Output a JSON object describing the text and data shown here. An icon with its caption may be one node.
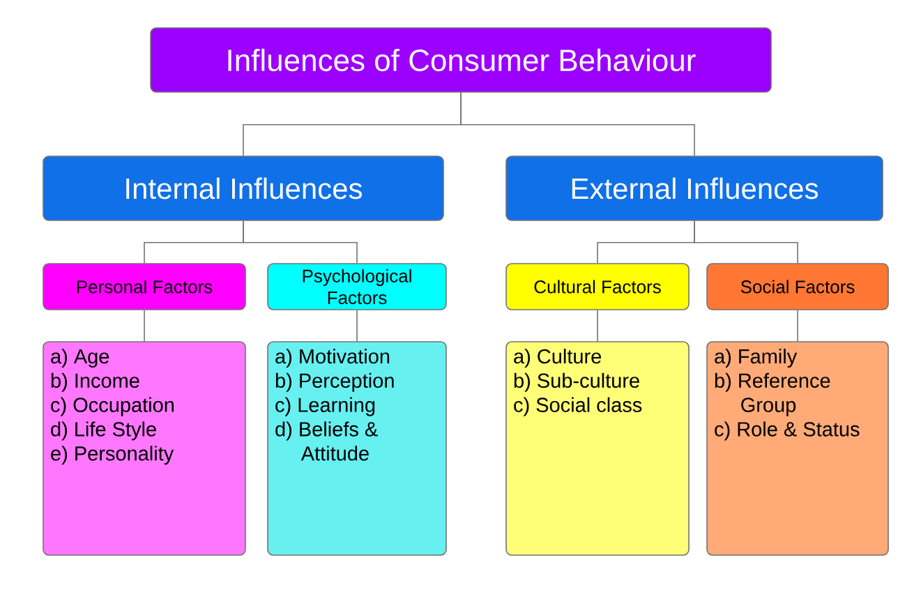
{
  "diagram": {
    "nodes": [
      {
        "text": [
          "Influences of Consumer Behaviour"
        ]
      },
      {
        "text": [
          "Internal Influences"
        ]
      },
      {
        "text": [
          "External Influences"
        ]
      },
      {
        "text": [
          "Personal Factors"
        ]
      },
      {
        "text": [
          "Psychological Factors"
        ]
      },
      {
        "text": [
          "Cultural Factors"
        ]
      },
      {
        "text": [
          "Social Factors"
        ]
      },
      {
        "text": [
          "a) Age",
          "b) Income",
          "c) Occupation",
          "d) Life Style",
          "e) Personality"
        ]
      },
      {
        "text": [
          "a) Motivation",
          "b) Perception",
          "c) Learning",
          "d) Beliefs & Attitude"
        ]
      },
      {
        "text": [
          "a) Culture",
          "b) Sub-culture",
          "c) Social class"
        ]
      },
      {
        "text": [
          "a) Family",
          "b) Reference Group",
          "c) Role & Status"
        ]
      }
    ],
    "edges": [
      {
        "from": 0,
        "to": 1,
        "arrow": "none"
      },
      {
        "from": 0,
        "to": 2,
        "arrow": "none"
      },
      {
        "from": 1,
        "to": 3,
        "arrow": "none"
      },
      {
        "from": 1,
        "to": 4,
        "arrow": "none"
      },
      {
        "from": 2,
        "to": 5,
        "arrow": "none"
      },
      {
        "from": 2,
        "to": 6,
        "arrow": "none"
      },
      {
        "from": 3,
        "to": 7,
        "arrow": "none"
      },
      {
        "from": 4,
        "to": 8,
        "arrow": "none"
      },
      {
        "from": 5,
        "to": 9,
        "arrow": "none"
      },
      {
        "from": 6,
        "to": 10,
        "arrow": "none"
      }
    ]
  }
}
